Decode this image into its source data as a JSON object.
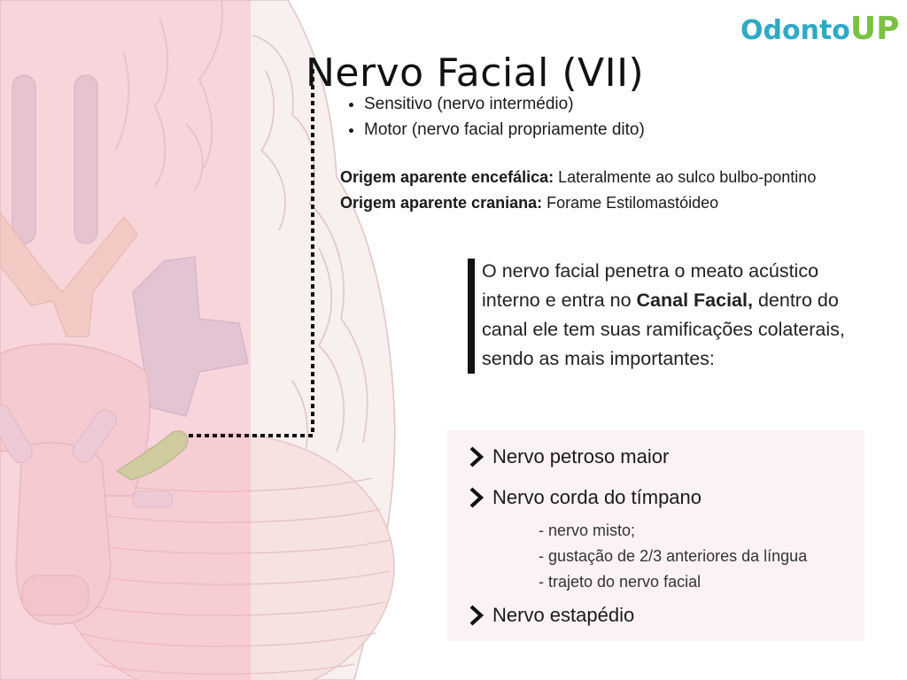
{
  "title": "Nervo Facial (VII)",
  "logo": {
    "part1": "Odonto",
    "part2": "UP"
  },
  "components": [
    "Sensitivo (nervo intermédio)",
    "Motor (nervo facial propriamente dito)"
  ],
  "origins": {
    "encephalic_label": "Origem aparente encefálica:",
    "encephalic_value": "Lateralmente ao sulco bulbo-pontino",
    "cranial_label": "Origem aparente craniana:",
    "cranial_value": "Forame Estilomastóideo"
  },
  "description": {
    "part1": "O nervo facial penetra o meato acústico interno e entra no ",
    "bold": "Canal Facial,",
    "part2": " dentro do canal ele  tem suas ramificações colaterais, sendo as mais importantes:"
  },
  "branches": {
    "b1": "Nervo petroso maior",
    "b2": "Nervo corda do tímpano",
    "b2_details": [
      "- nervo misto;",
      "- gustação de 2/3 anteriores da língua",
      "- trajeto do nervo facial"
    ],
    "b3": "Nervo estapédio"
  },
  "colors": {
    "logo_blue": "#2ea9c6",
    "logo_green": "#7ac143",
    "highlight_overlay": "#f6b0be",
    "nerve_green": "#b6e08a",
    "panel_bg": "#fdf2f3"
  },
  "icons": [
    "chevron-right-icon"
  ]
}
